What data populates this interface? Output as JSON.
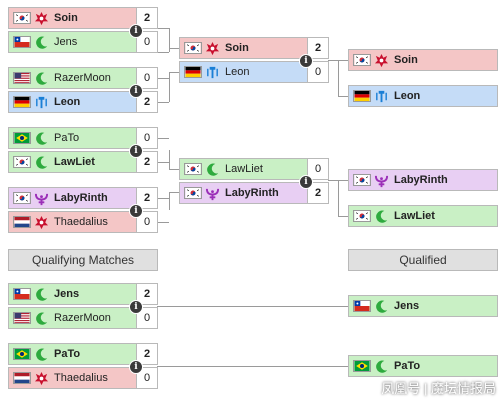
{
  "bracket": {
    "r1m1": {
      "p1": {
        "name": "Soin",
        "score": "2"
      },
      "p2": {
        "name": "Jens",
        "score": "0"
      }
    },
    "r1m2": {
      "p1": {
        "name": "RazerMoon",
        "score": "0"
      },
      "p2": {
        "name": "Leon",
        "score": "2"
      }
    },
    "r2m1": {
      "p1": {
        "name": "Soin",
        "score": "2"
      },
      "p2": {
        "name": "Leon",
        "score": "0"
      }
    },
    "r1m3": {
      "p1": {
        "name": "PaTo",
        "score": "0"
      },
      "p2": {
        "name": "LawLiet",
        "score": "2"
      }
    },
    "r1m4": {
      "p1": {
        "name": "LabyRinth",
        "score": "2"
      },
      "p2": {
        "name": "Thaedalius",
        "score": "0"
      }
    },
    "r2m2": {
      "p1": {
        "name": "LawLiet",
        "score": "0"
      },
      "p2": {
        "name": "LabyRinth",
        "score": "2"
      }
    },
    "qualified_top": {
      "a": "Soin",
      "b": "Leon"
    },
    "qualified_mid": {
      "a": "LabyRinth",
      "b": "LawLiet"
    }
  },
  "labels": {
    "qualifying": "Qualifying Matches",
    "qualified": "Qualified"
  },
  "qualifying": {
    "q1": {
      "p1": {
        "name": "Jens",
        "score": "2"
      },
      "p2": {
        "name": "RazerMoon",
        "score": "0"
      }
    },
    "q2": {
      "p1": {
        "name": "PaTo",
        "score": "2"
      },
      "p2": {
        "name": "Thaedalius",
        "score": "0"
      }
    },
    "qualified_a": "Jens",
    "qualified_b": "PaTo"
  },
  "info_icon_glyph": "i",
  "watermark": "凤凰号 | 魔坛情报局",
  "colors": {
    "zerg_bg": "#f4c6c6",
    "protoss_bg": "#c9f0c5",
    "terran_bg": "#c5dcf7",
    "random_bg": "#e8cff3",
    "connector": "#9a9a9a"
  },
  "flags": [
    "korea-flag",
    "chile-flag",
    "usa-flag",
    "germany-flag",
    "brazil-flag",
    "netherlands-flag"
  ],
  "race_icons": [
    "zerg-icon",
    "protoss-moon-icon",
    "terran-icon",
    "random-icon"
  ]
}
